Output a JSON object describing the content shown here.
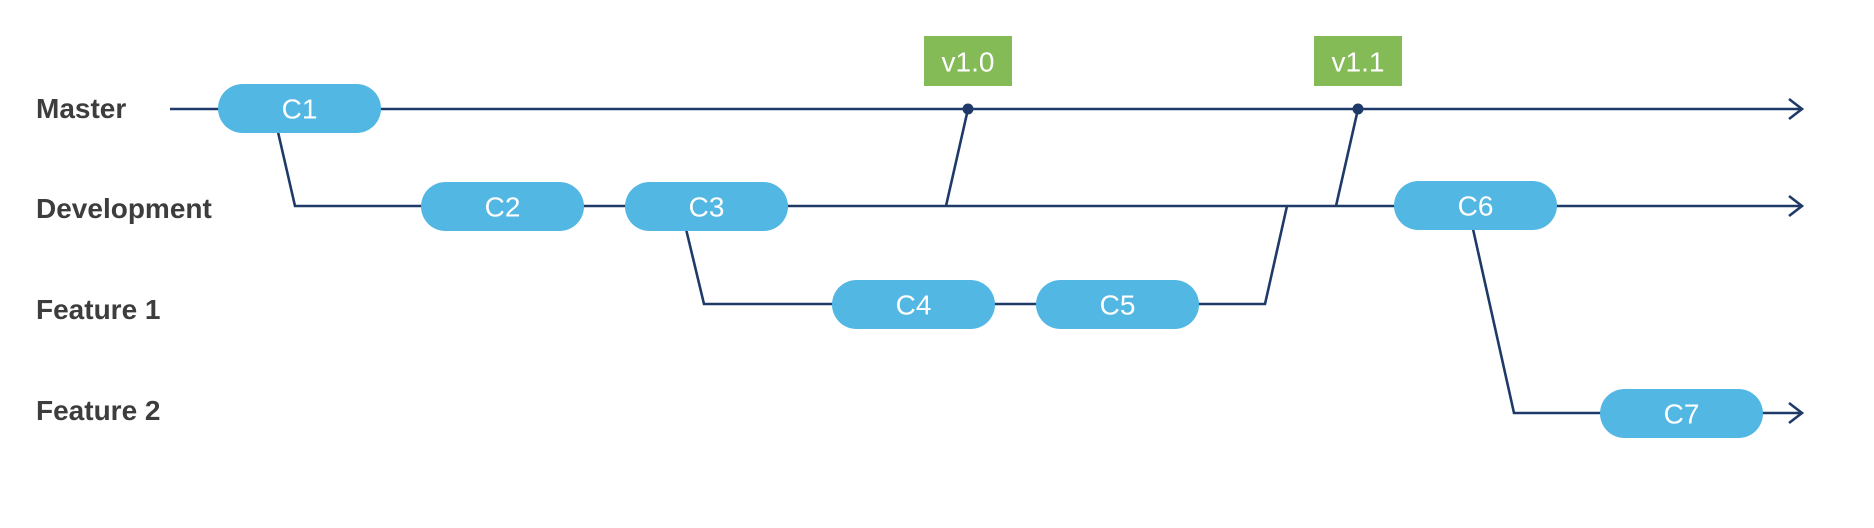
{
  "colors": {
    "line": "#1f3a68",
    "commit": "#52b7e3",
    "commit_text": "#ffffff",
    "tag": "#84bb57",
    "label": "#3d3d3d"
  },
  "branches": {
    "master": "Master",
    "development": "Development",
    "feature1": "Feature 1",
    "feature2": "Feature 2"
  },
  "commits": {
    "c1": "C1",
    "c2": "C2",
    "c3": "C3",
    "c4": "C4",
    "c5": "C5",
    "c6": "C6",
    "c7": "C7"
  },
  "tags": {
    "v1_0": "v1.0",
    "v1_1": "v1.1"
  }
}
